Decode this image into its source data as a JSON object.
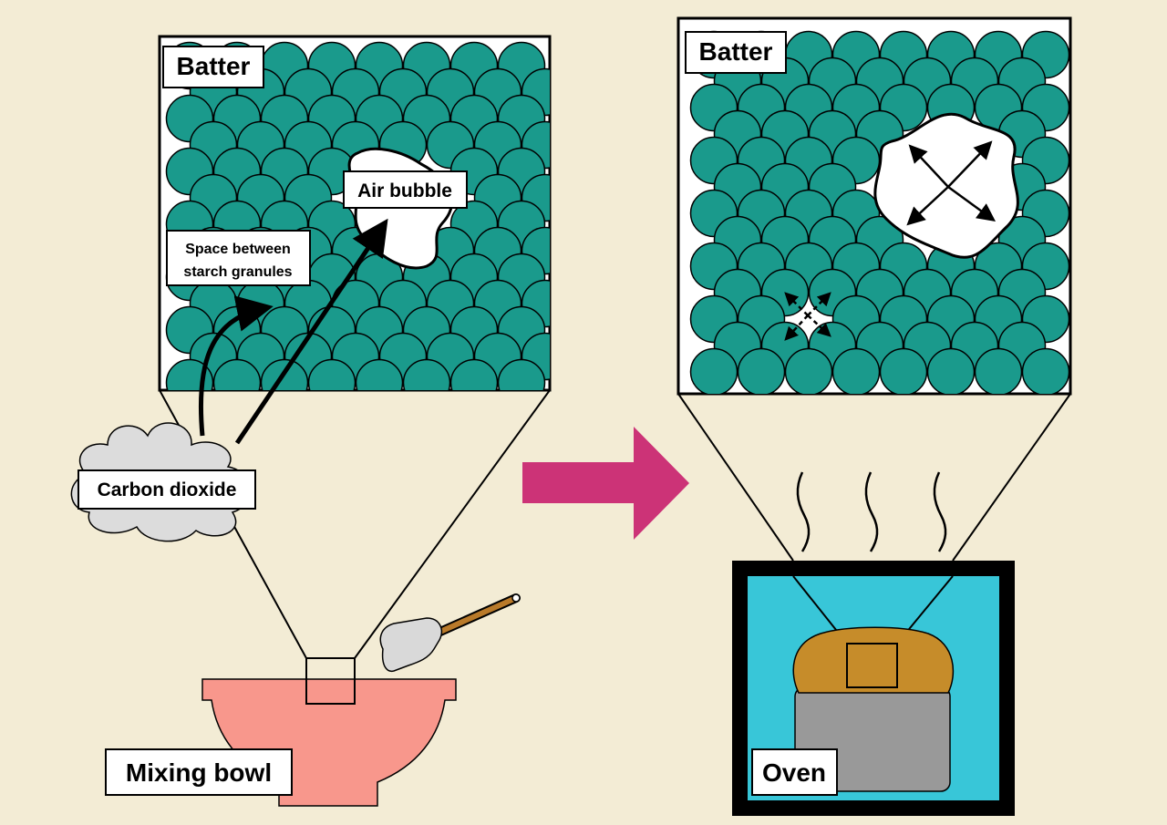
{
  "labels": {
    "batter_left": "Batter",
    "air_bubble": "Air bubble",
    "space_line1": "Space between",
    "space_line2": "starch granules",
    "carbon_dioxide": "Carbon dioxide",
    "mixing_bowl": "Mixing bowl",
    "batter_right": "Batter",
    "oven": "Oven"
  },
  "colors": {
    "background": "#f3ecd5",
    "granule": "#1a9a8c",
    "bowl": "#f8978c",
    "spatula_head": "#d9d9d9",
    "spatula_handle": "#b97a2a",
    "oven_frame": "#000000",
    "oven_interior": "#38c6d8",
    "bread_top": "#c68c2a",
    "bread_tin": "#999999",
    "process_arrow": "#cc3377",
    "cloud": "#dcdcdc"
  },
  "icons": [
    "cloud-icon",
    "spatula-icon",
    "heat-wave-icon",
    "bread-icon",
    "process-arrow-icon"
  ]
}
